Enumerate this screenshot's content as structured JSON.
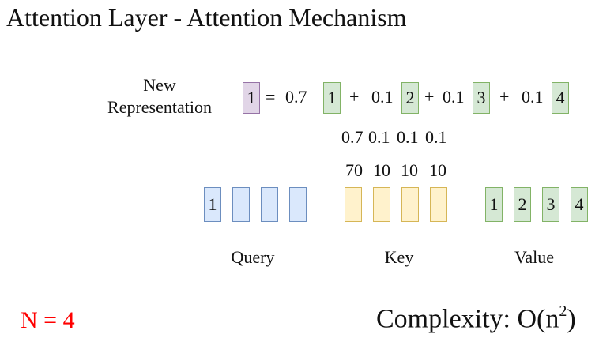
{
  "title": "Attention Layer - Attention Mechanism",
  "new_representation": {
    "line1": "New",
    "line2": "Representation",
    "index": "1"
  },
  "equation": {
    "equals": "=",
    "plus": "+",
    "terms": [
      {
        "weight": "0.7",
        "value_index": "1"
      },
      {
        "weight": "0.1",
        "value_index": "2"
      },
      {
        "weight": "0.1",
        "value_index": "3"
      },
      {
        "weight": "0.1",
        "value_index": "4"
      }
    ]
  },
  "normalized_weights": [
    "0.7",
    "0.1",
    "0.1",
    "0.1"
  ],
  "raw_scores": [
    "70",
    "10",
    "10",
    "10"
  ],
  "query": {
    "label": "Query",
    "boxes": [
      "1",
      "",
      "",
      ""
    ]
  },
  "key": {
    "label": "Key",
    "boxes": [
      "",
      "",
      "",
      ""
    ]
  },
  "value": {
    "label": "Value",
    "boxes": [
      "1",
      "2",
      "3",
      "4"
    ]
  },
  "n_label": "N = 4",
  "complexity": {
    "prefix": "Complexity: O(n",
    "exponent": "2",
    "suffix": ")"
  },
  "colors": {
    "new_rep_box": "#e1d5e7",
    "value_box": "#d5e8d4",
    "query_box": "#dae8fc",
    "key_box": "#fff2cc",
    "n_label": "#ff0000"
  }
}
